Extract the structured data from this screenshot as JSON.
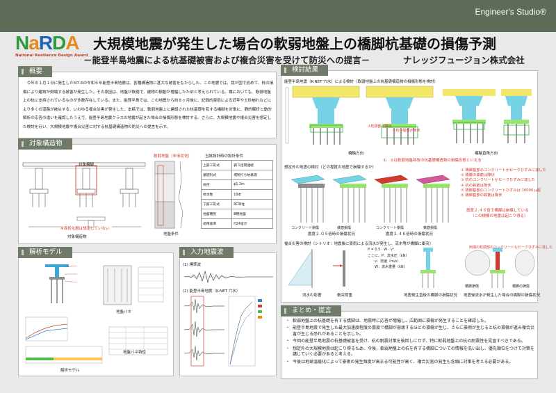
{
  "header": {
    "studio": "Engineer's Studio®",
    "logo_text": "NaRDA",
    "logo_sub": "National Resilience Design Award",
    "title": "大規模地震が発生した場合の軟弱地盤上の橋脚杭基礎の損傷予測",
    "subtitle": "－能登半島地震による杭基礎被害および複合災害を受けて防災への提言－",
    "company": "ナレッジフュージョン株式会社"
  },
  "overview": {
    "heading": "概要",
    "text": "今年の１月１日に発生したM7.6の令和６年能登半島地震は、各種構造物に甚大な被害をもたらした。この地震では、我が国で初めて、杭の損傷により建物が倒壊する被害が発生した。その原因は、地盤が軟弱で、建物の振動が増幅したためと考えられている。橋においても、軟弱地盤上の杭に支持されているものが多数存在している。また、能登半島では、この地震から約８ヶ月後に、記録的豪雨による近年や土砂崩れなどにより多くの道路が被災する、いわゆる複合災害が発生した。本稿では、軟弱地盤上に建設された杭基礎を有する橋脚を対象に、静的解析と動的解析の応答の違いを確認したうえで、能登半島地震クラスの地震が起きた場合の損傷形態を検討する。さらに、大規模地震や複合災害を想定した検討を行い、大規模地震や複合災害に対する杭基礎構造物の防災への提言を示す。"
  },
  "structure": {
    "heading": "対象構造物",
    "caption_bridge": "対象構造物",
    "note_red": "※液状化層は想定していない",
    "pier_label": "対象橋脚",
    "soil_title": "軟弱地盤（非液状化）",
    "soil_caption": "地盤条件",
    "table_title": "当該設計時の設計条件",
    "table_rows": [
      [
        "上部工形式",
        "鋼３径間連続"
      ],
      [
        "基礎形式",
        "場所打ち杭基礎"
      ],
      [
        "杭径",
        "φ1.2m"
      ],
      [
        "杭本数",
        "16本"
      ],
      [
        "下部工形式",
        "RC単柱"
      ],
      [
        "地盤種別",
        "Ⅲ種地盤"
      ],
      [
        "適用基準",
        "H24道示"
      ]
    ]
  },
  "model": {
    "heading": "解析モデル",
    "caption_model": "解析モデル",
    "caption_spring": "地盤バネ",
    "caption_table": "地盤バネ特性"
  },
  "wave": {
    "heading": "入力地震波",
    "item1": "(1) 標準波",
    "item2": "(2) 能登半島地震（K-NET 穴水）"
  },
  "result": {
    "heading": "検討結果",
    "intro": "能登半島地震（K-NET 穴水）による検討（軟弱地盤上の杭基礎構造物の損傷形態を検討）",
    "axis_long": "橋軸方向",
    "axis_trans": "橋軸直角方向",
    "damage_red1": "①杭頭部が降伏",
    "damage_red2": "②杭中間部が降伏",
    "damage_caption": "①、②は軟弱地盤特有の杭基礎構造物の損傷形態といえる",
    "assume_title": "想定外の地震の検討（どの程度の地震で崩壊するか）",
    "legend": [
      "① 橋脚基部のコンクリートがピークひずみに達した",
      "② 橋脚の鉄筋は降伏",
      "③ 杭のコンクリートがピークひずみに達した",
      "④ 杭の鉄筋は降伏",
      "⑤ 橋脚基部のコンクリートひずみは 10000 μ超",
      "⑥ 橋脚基部の鉄筋は降伏"
    ],
    "pile_labels": [
      "コンクリート損傷",
      "鉄筋損傷",
      "コンクリート損傷",
      "鉄筋損傷"
    ],
    "cap_2_05": "震度２.０５倍時の損傷状況",
    "cap_2_46": "震度２.４６倍時の損傷状況",
    "collapse_note1": "震度２.４６倍で橋脚は崩壊している",
    "collapse_note2": "（この規模の地震は起こり得る）",
    "compound_title": "複合災害の検討（シナリオ：地震後に豪雨による流水が発生し、流木等が橋脚に衝突）",
    "formula1": "P = 0.5 · W · v²",
    "formula2": "ここに、P：流水圧（kN）",
    "formula3": "　　v：流速（m/s）",
    "formula4": "　　W：流木重量（kN）",
    "water_label": "流水の影響",
    "impact_label": "衝突荷重",
    "collapse_red": "両端の杭頭部のコンクリートもピークひずみに達した",
    "pier_damage": "橋脚損傷",
    "pier_collapse": "橋脚の損傷",
    "cap_after_quake": "地震発生直後の橋脚の損傷状況",
    "cap_after_water": "地震後流水が発生した場合の橋脚の損傷状況"
  },
  "summary": {
    "heading": "まとめ・提言",
    "items": [
      "軟弱地盤上の杭基礎を有する橋脚は、地震時に応答が増幅し、広範囲に損傷が発生することを確認した。",
      "能登半島地震で発生した最大加速度程度の震度で橋脚が崩壊するほどの損傷が生じ、さらに豪雨が生じると杭の損傷が進み複合災害が生じる恐れがあることを示した。",
      "今回の能登半島地震の杭基礎被害を受け、杭の耐震対策を後回しにせず、特に軟弱地盤上の杭の耐震性を見直すべきである。",
      "想定外の大規模地震は起こり得るため、今後、軟弱地盤上の杭を有する橋脚についての情報を洗い出し、優先順位をつけて対策を講じていく必要があると考える。",
      "今後は地球温暖化によって豪雨の発生頻度が高まる可能性が高く、複合災害の発生も念頭に対策を考える必要がある。"
    ]
  },
  "colors": {
    "topbar": "#5e6b57",
    "panel_header": "#6f7a69",
    "damage_red": "#d03a2f",
    "damage_green": "#2bb34a",
    "deck_yellow": "#f3e76a",
    "pier_cyan": "#76d3e6"
  }
}
